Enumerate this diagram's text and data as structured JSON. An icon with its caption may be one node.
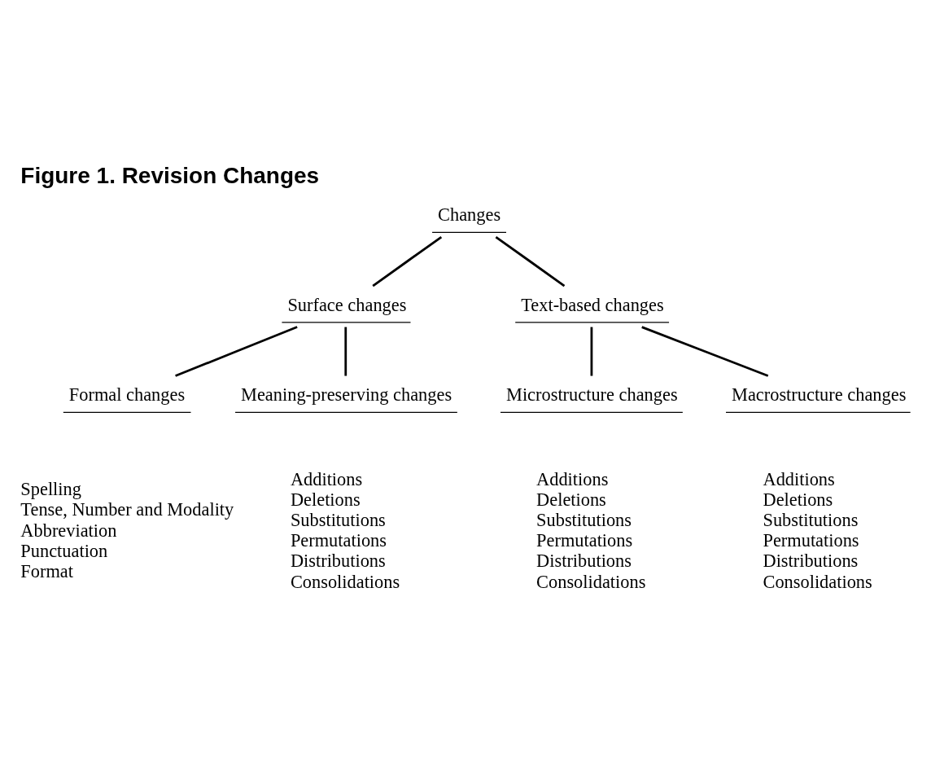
{
  "diagram": {
    "title": "Figure 1. Revision Changes",
    "nodes": [
      {
        "text": [
          "Changes"
        ]
      },
      {
        "text": [
          "Surface changes"
        ]
      },
      {
        "text": [
          "Text-based changes"
        ]
      },
      {
        "text": [
          "Formal changes"
        ],
        "beside": [
          "Spelling",
          "Tense, Number and Modality",
          "Abbreviation",
          "Punctuation",
          "Format"
        ]
      },
      {
        "text": [
          "Meaning-preserving changes"
        ],
        "beside": [
          "Additions",
          "Deletions",
          "Substitutions",
          "Permutations",
          "Distributions",
          "Consolidations"
        ]
      },
      {
        "text": [
          "Microstructure changes"
        ],
        "beside": [
          "Additions",
          "Deletions",
          "Substitutions",
          "Permutations",
          "Distributions",
          "Consolidations"
        ]
      },
      {
        "text": [
          "Macrostructure changes"
        ],
        "beside": [
          "Additions",
          "Deletions",
          "Substitutions",
          "Permutations",
          "Distributions",
          "Consolidations"
        ]
      }
    ],
    "edges": [
      {
        "from": 0,
        "to": 1,
        "arrow": "none"
      },
      {
        "from": 0,
        "to": 2,
        "arrow": "none"
      },
      {
        "from": 1,
        "to": 3,
        "arrow": "none"
      },
      {
        "from": 1,
        "to": 4,
        "arrow": "none"
      },
      {
        "from": 2,
        "to": 5,
        "arrow": "none"
      },
      {
        "from": 2,
        "to": 6,
        "arrow": "none"
      }
    ]
  }
}
